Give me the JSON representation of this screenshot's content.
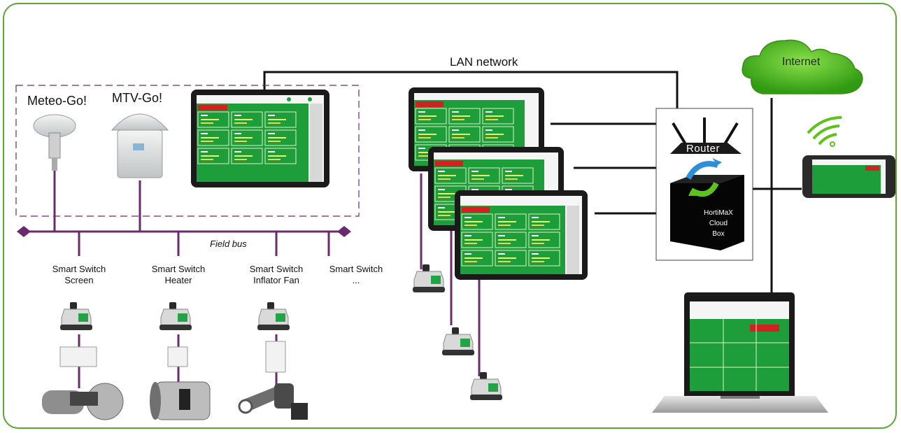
{
  "labels": {
    "lan_network": "LAN network",
    "internet": "Internet",
    "meteo_go": "Meteo-Go!",
    "mtv_go": "MTV-Go!",
    "field_bus": "Field bus",
    "router": "Router",
    "cloud_box_line1": "HortiMaX",
    "cloud_box_line2": "Cloud",
    "cloud_box_line3": "Box",
    "ellipsis": "..."
  },
  "smart_switches": [
    {
      "line1": "Smart Switch",
      "line2": "Screen"
    },
    {
      "line1": "Smart Switch",
      "line2": "Heater"
    },
    {
      "line1": "Smart Switch",
      "line2": "Inflator Fan"
    },
    {
      "line1": "Smart Switch",
      "line2": ""
    }
  ],
  "colors": {
    "frame": "#5aa832",
    "field_bus": "#6b2a6e",
    "lan": "#111111",
    "screen_green": "#1e9e3a",
    "cloud_green": "#5cc21c",
    "screen_alert": "#d32020"
  }
}
